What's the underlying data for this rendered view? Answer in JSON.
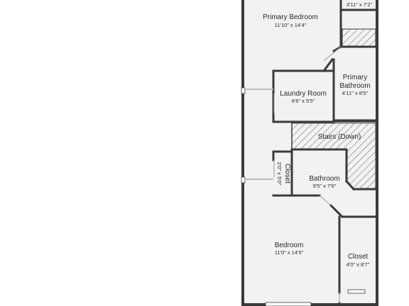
{
  "rooms": {
    "primary_bedroom": {
      "name": "Primary Bedroom",
      "dims": "11'10\" x 14'4\""
    },
    "top_closet": {
      "name": "",
      "dims": "3'11\" x 7'2\""
    },
    "primary_bathroom": {
      "name_line1": "Primary",
      "name_line2": "Bathroom",
      "dims": "4'11\" x 8'5\""
    },
    "laundry_room": {
      "name": "Laundry Room",
      "dims": "6'6\" x 5'5\""
    },
    "stairs": {
      "name": "Stairs (Down)"
    },
    "small_closet": {
      "name": "Closet",
      "dims": "2'0\" x 5'0\""
    },
    "bathroom": {
      "name": "Bathroom",
      "dims": "9'5\" x 7'6\""
    },
    "bedroom": {
      "name": "Bedroom",
      "dims": "11'0\" x 14'5\""
    },
    "closet": {
      "name": "Closet",
      "dims": "4'0\" x 8'7\""
    }
  },
  "colors": {
    "wall": "#3a3a3a",
    "floor": "#f2f2f2",
    "hatch": "#555555",
    "window": "#bdbdbd",
    "background": "#ffffff"
  }
}
